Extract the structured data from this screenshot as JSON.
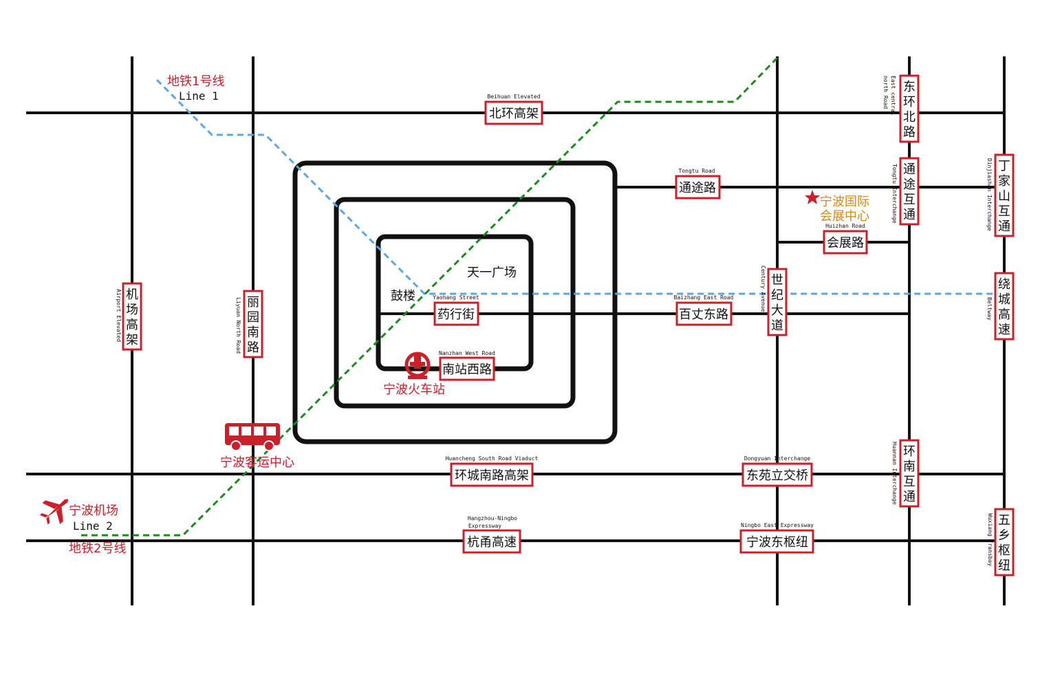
{
  "colors": {
    "road": "#111111",
    "label_border": "#cc1f2a",
    "metro_line_1": "#5aa6e6",
    "metro_line_2": "#1a8a1a",
    "poi_red": "#cc1f2a",
    "poi_orange": "#d98a0a"
  },
  "roads": {
    "beihuan": {
      "cn": "北环高架",
      "en": "Beihuan Elevated"
    },
    "tongtu": {
      "cn": "通途路",
      "en": "Tongtu Road"
    },
    "huizhan": {
      "cn": "会展路",
      "en": "Huizhan Road"
    },
    "baizhang": {
      "cn": "百丈东路",
      "en": "Baizhang East Road"
    },
    "yaohang": {
      "cn": "药行街",
      "en": "Yaohang Street"
    },
    "nanzhan": {
      "cn": "南站西路",
      "en": "Nanzhan West Road"
    },
    "huancheng": {
      "cn": "环城南路高架",
      "en": "Huancheng South Road Viaduct"
    },
    "dongyuan": {
      "cn": "东苑立交桥",
      "en": "Dongyuan Interchange"
    },
    "hangyong": {
      "cn": "杭甬高速",
      "en_1": "Hangzhou-Ningbo",
      "en_2": "Expressway"
    },
    "ningbo_east": {
      "cn": "宁波东枢纽",
      "en": "Ningbo East Expressway"
    },
    "airport": {
      "cn": [
        "机",
        "场",
        "高",
        "架"
      ],
      "en": "Airport Elevated"
    },
    "liyuan": {
      "cn": [
        "丽",
        "园",
        "南",
        "路"
      ],
      "en": "Liyuan North Road"
    },
    "century": {
      "cn": [
        "世",
        "纪",
        "大",
        "道"
      ],
      "en": "Century Avenue"
    },
    "dongmbei": {
      "cn": [
        "东",
        "环",
        "北",
        "路"
      ],
      "en_1": "East central",
      "en_2": "north Road"
    },
    "tongtu_ic": {
      "cn": [
        "通",
        "途",
        "互",
        "通"
      ],
      "en": "Tongtu Interchange"
    },
    "huannan_ic": {
      "cn": [
        "环",
        "南",
        "互",
        "通"
      ],
      "en": "Huannan Interchange"
    },
    "dingjia": {
      "cn": [
        "丁",
        "家",
        "山",
        "互",
        "通"
      ],
      "en": "Dinjiashan Interchange"
    },
    "raocheng": {
      "cn": [
        "绕",
        "城",
        "高",
        "速"
      ],
      "en": "Beltway"
    },
    "wuxiang": {
      "cn": [
        "五",
        "乡",
        "枢",
        "纽"
      ],
      "en": "Wuxiang Transbay"
    }
  },
  "places": {
    "tianyi": "天一广场",
    "gulou": "鼓楼",
    "station": "宁波火车站",
    "bus_center": "宁波客运中心",
    "airport": "宁波机场",
    "expo_1": "宁波国际",
    "expo_2": "会展中心"
  },
  "metro": {
    "line1_cn": "地铁1号线",
    "line1_en": "Line 1",
    "line2_cn": "地铁2号线",
    "line2_en": "Line 2"
  },
  "icons": {
    "station": "railway-station-icon",
    "bus": "bus-icon",
    "airport": "airplane-icon",
    "expo": "star-icon"
  }
}
